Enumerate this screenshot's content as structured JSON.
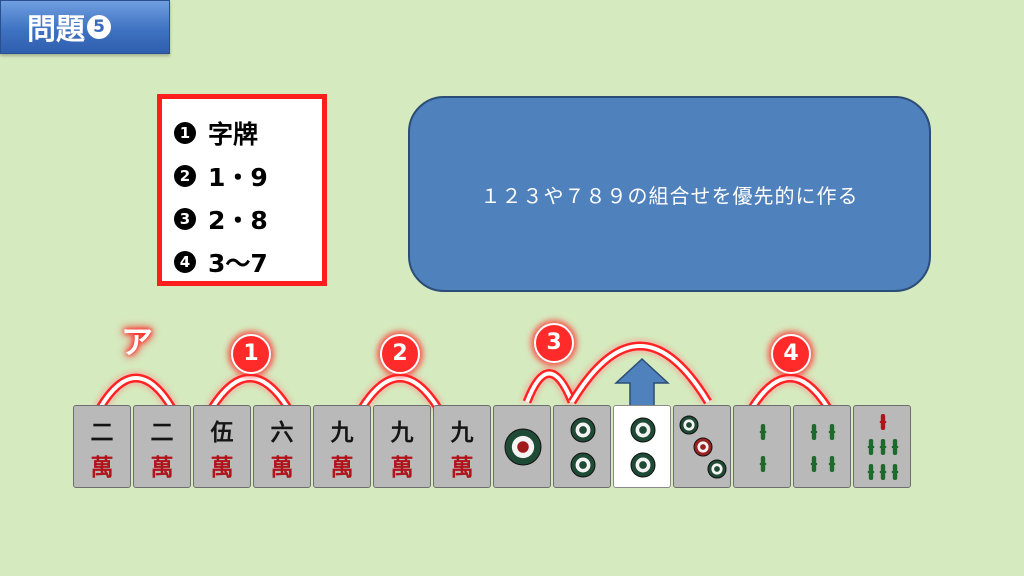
{
  "title": {
    "text": "問題",
    "number": "5"
  },
  "legend": {
    "items": [
      {
        "num": "1",
        "text": "字牌"
      },
      {
        "num": "2",
        "text": "1・9"
      },
      {
        "num": "3",
        "text": "2・8"
      },
      {
        "num": "4",
        "text": "3〜7"
      }
    ]
  },
  "callout": {
    "text": "１２３や７８９の組合せを優先的に作る"
  },
  "markers": [
    {
      "label": "ア",
      "style": "kana"
    },
    {
      "label": "1",
      "style": "circled"
    },
    {
      "label": "2",
      "style": "circled"
    },
    {
      "label": "3",
      "style": "circled"
    },
    {
      "label": "4",
      "style": "circled"
    }
  ],
  "tiles": [
    {
      "suit": "man",
      "rank": "二",
      "suffix": "萬"
    },
    {
      "suit": "man",
      "rank": "二",
      "suffix": "萬"
    },
    {
      "suit": "man",
      "rank": "伍",
      "suffix": "萬"
    },
    {
      "suit": "man",
      "rank": "六",
      "suffix": "萬"
    },
    {
      "suit": "man",
      "rank": "九",
      "suffix": "萬"
    },
    {
      "suit": "man",
      "rank": "九",
      "suffix": "萬"
    },
    {
      "suit": "man",
      "rank": "九",
      "suffix": "萬"
    },
    {
      "suit": "pin",
      "value": 1
    },
    {
      "suit": "pin",
      "value": 2
    },
    {
      "suit": "pin",
      "value": 2,
      "drawn": true
    },
    {
      "suit": "pin",
      "value": 3
    },
    {
      "suit": "sou",
      "value": 2
    },
    {
      "suit": "sou",
      "value": 4
    },
    {
      "suit": "sou",
      "value": 7
    }
  ],
  "colors": {
    "background": "#d6eabf",
    "accent_red": "#ff1e1e",
    "callout_blue": "#4f81bd",
    "arrow_blue": "#4f81bd",
    "man_red": "#b1131b",
    "bamboo_green": "#1d6a2c"
  }
}
